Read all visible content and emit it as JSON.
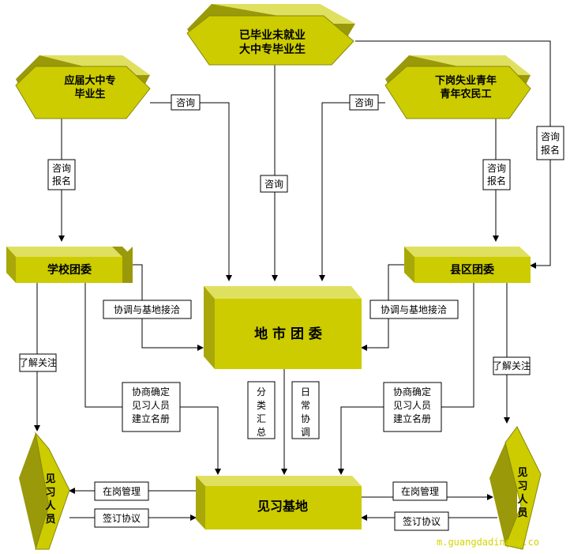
{
  "nodes": {
    "graduated_unemployed": [
      "已毕业未就业",
      "大中专毕业生"
    ],
    "fresh_graduates": [
      "应届大中专",
      "毕业生"
    ],
    "laid_off": [
      "下岗失业青年",
      "青年农民工"
    ],
    "school_league": "学校团委",
    "county_league": "县区团委",
    "city_league": "地 市 团 委",
    "intern_base": "见习基地",
    "intern_left": [
      "见",
      "习",
      "人",
      "员"
    ],
    "intern_right": [
      "见",
      "习",
      "人",
      "员"
    ]
  },
  "labels": {
    "consult_left_top": "咨询",
    "consult_center": "咨询",
    "consult_right_top": "咨询",
    "consult_register_left": [
      "咨询",
      "报名"
    ],
    "consult_register_right": [
      "咨询",
      "报名"
    ],
    "consult_register_far_right": [
      "咨询",
      "报名"
    ],
    "coord_base_left": "协调与基地接洽",
    "coord_base_right": "协调与基地接洽",
    "follow_left": "了解关注",
    "follow_right": "了解关注",
    "negotiate_left": [
      "协商确定",
      "见习人员",
      "建立名册"
    ],
    "negotiate_right": [
      "协商确定",
      "见习人员",
      "建立名册"
    ],
    "classify_summary": [
      "分",
      "类",
      "汇",
      "总"
    ],
    "daily_coord": [
      "日",
      "常",
      "协",
      "调"
    ],
    "onsite_mgmt_left": "在岗管理",
    "sign_agreement_left": "签订协议",
    "onsite_mgmt_right": "在岗管理",
    "sign_agreement_right": "签订协议"
  },
  "watermark": "m.guangdadingou.co",
  "colors": {
    "shape_front": "#cccc00",
    "shape_side": "#99990a",
    "shape_top": "#e0e060",
    "line": "#000000"
  }
}
